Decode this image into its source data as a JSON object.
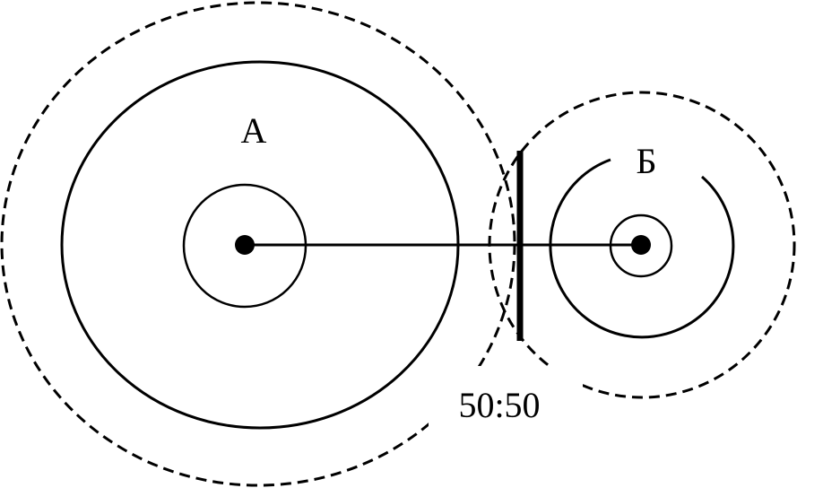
{
  "diagram": {
    "label_a": "А",
    "label_b": "Б",
    "ratio": "50:50"
  },
  "colors": {
    "stroke": "#000000",
    "background": "#ffffff"
  }
}
